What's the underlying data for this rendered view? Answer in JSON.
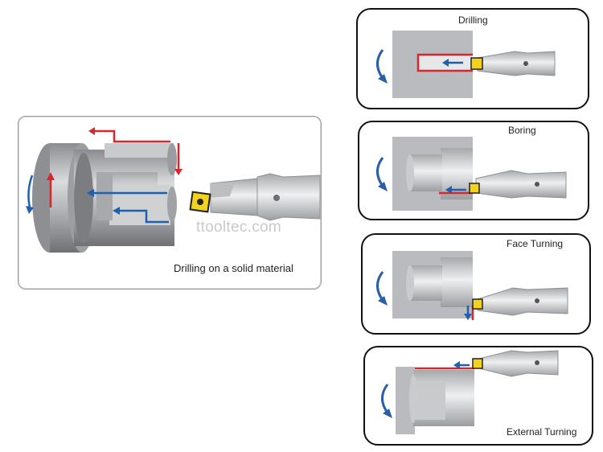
{
  "main": {
    "caption": "Drilling on a solid material"
  },
  "watermark": "ttooltec.com",
  "operations": [
    {
      "label": "Drilling"
    },
    {
      "label": "Boring"
    },
    {
      "label": "Face Turning"
    },
    {
      "label": "External Turning"
    }
  ],
  "colors": {
    "cut_path": "#d8282e",
    "feed_arrow": "#1f5fb0",
    "rotation_arrow": "#2a5ea8",
    "workpiece": "#b9bbbe",
    "tool_steel": "#d3d5d6",
    "insert": "#f2d21a"
  },
  "icons": [
    "rotation-arrow-icon",
    "feed-arrow-icon",
    "drill-tool-icon",
    "carbide-insert-icon"
  ]
}
